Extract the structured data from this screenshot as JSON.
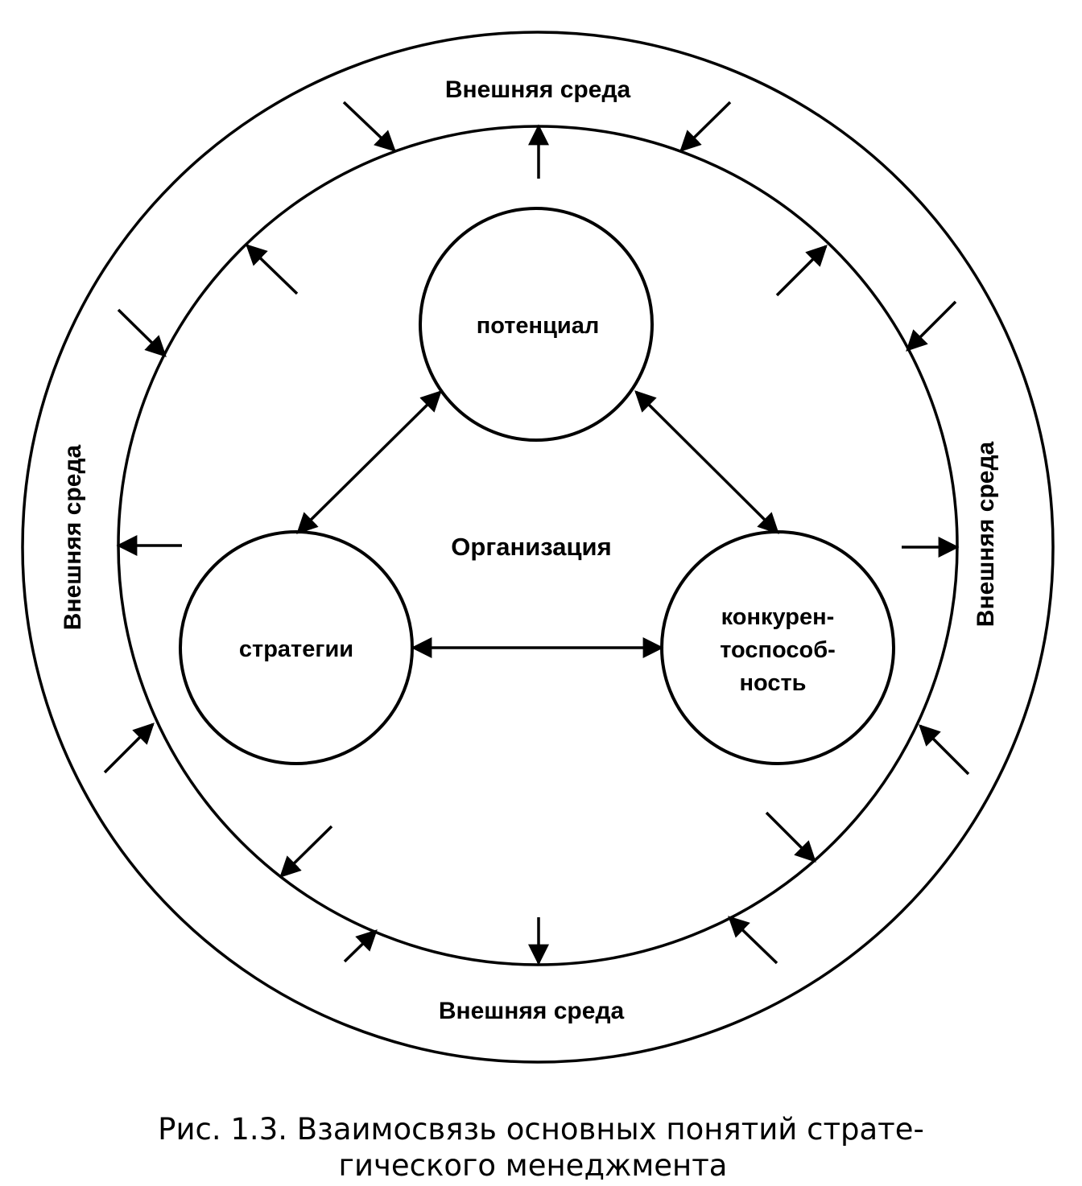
{
  "diagram": {
    "environment_top": "Внешняя среда",
    "environment_bottom": "Внешняя среда",
    "environment_left": "Внешняя среда",
    "environment_right": "Внешняя среда",
    "organization": "Организация",
    "node_potential": "потенциал",
    "node_strategies": "стратегии",
    "node_competitiveness": {
      "line1": "конкурен-",
      "line2": "тоспособ-",
      "line3": "ность"
    }
  },
  "caption": {
    "line1": "Рис. 1.3. Взаимосвязь основных понятий страте-",
    "line2": "гического менеджмента"
  }
}
